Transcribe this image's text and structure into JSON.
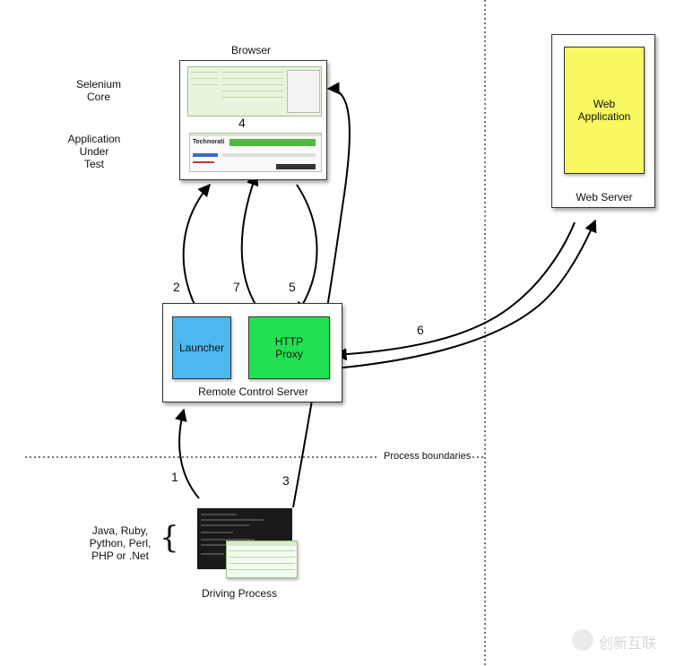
{
  "labels": {
    "browser": "Browser",
    "selenium_core": "Selenium\nCore",
    "application_under_test": "Application\nUnder\nTest",
    "web_application": "Web\nApplication",
    "web_server": "Web Server",
    "launcher": "Launcher",
    "http_proxy": "HTTP\nProxy",
    "remote_control_server": "Remote Control Server",
    "process_boundaries": "Process boundaries",
    "languages": "Java, Ruby,\nPython, Perl,\nPHP or .Net",
    "driving_process": "Driving Process",
    "brace": "{"
  },
  "steps": {
    "s1": "1",
    "s2": "2",
    "s3": "3",
    "s4": "4",
    "s5": "5",
    "s6": "6",
    "s7": "7"
  },
  "screenshot_text": {
    "technorati": "Technorati"
  },
  "watermark": "创新互联",
  "colors": {
    "launcher": "#4db8ef",
    "http_proxy": "#22e050",
    "web_application": "#f8f860",
    "browser_panel": "#e8f5dc"
  }
}
